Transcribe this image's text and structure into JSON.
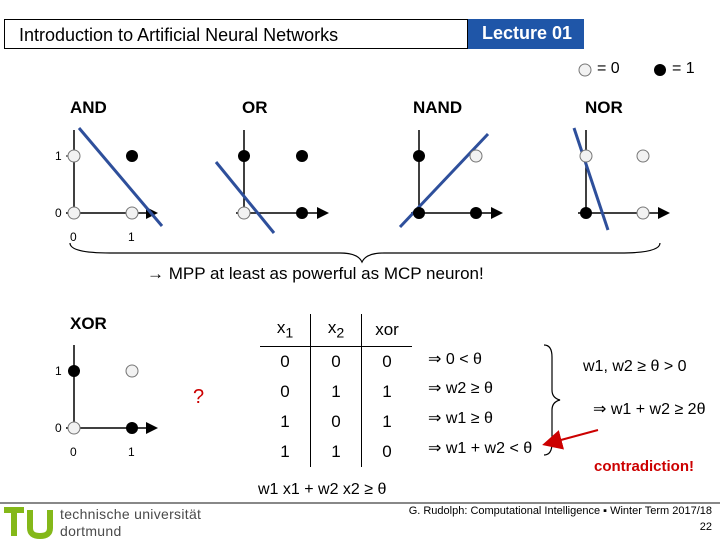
{
  "header": {
    "title": "Introduction to Artificial Neural Networks",
    "lecture": "Lecture 01"
  },
  "legend": {
    "zero_label": "= 0",
    "one_label": "= 1"
  },
  "gates": {
    "and": "AND",
    "or": "OR",
    "nand": "NAND",
    "nor": "NOR",
    "xor": "XOR"
  },
  "axes": {
    "y_one": "1",
    "y_zero": "0",
    "x_zero": "0",
    "x_one": "1"
  },
  "conclusion": "→ MPP at least as powerful as MCP neuron!",
  "question_mark": "?",
  "truth_table": {
    "headers": [
      "x1",
      "x2",
      "xor"
    ],
    "rows": [
      [
        "0",
        "0",
        "0"
      ],
      [
        "0",
        "1",
        "1"
      ],
      [
        "1",
        "0",
        "1"
      ],
      [
        "1",
        "1",
        "0"
      ]
    ]
  },
  "implications": [
    "⇒ 0 < θ",
    "⇒ w2 ≥ θ",
    "⇒ w1 ≥ θ",
    "⇒ w1 + w2 < θ"
  ],
  "inequality": "w1 x1 + w2 x2 ≥ θ",
  "derived": {
    "line1": "w1, w2 ≥ θ > 0",
    "line2": "⇒ w1 + w2 ≥ 2θ",
    "contradiction": "contradiction!"
  },
  "footer": {
    "uni_line1": "technische universität",
    "uni_line2": "dortmund",
    "credit": "G. Rudolph: Computational Intelligence ▪ Winter Term 2017/18",
    "page": "22"
  },
  "colors": {
    "accent_blue": "#1f56a8",
    "separator_line": "#2e4f9b",
    "tu_green": "#84b819",
    "contradiction_red": "#cc0000"
  }
}
